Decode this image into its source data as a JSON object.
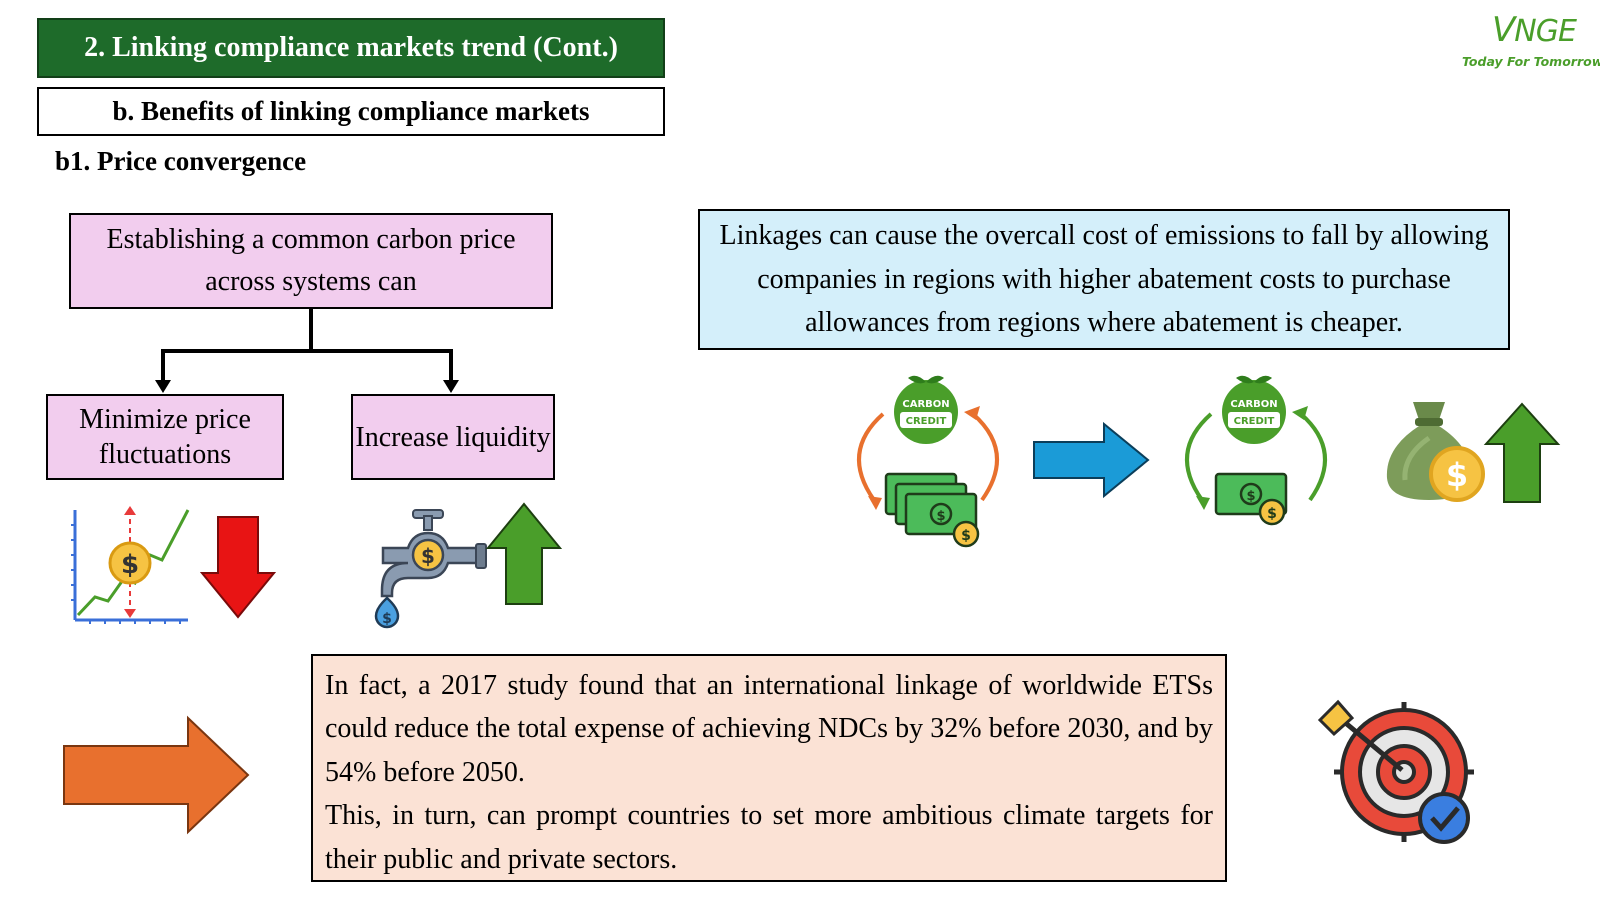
{
  "header": {
    "title": "2. Linking compliance markets trend (Cont.)",
    "subtitle": "b. Benefits of linking compliance markets",
    "section": "b1. Price convergence"
  },
  "logo": {
    "mark_first": "V",
    "mark_rest": "NGE",
    "tagline": "Today For Tomorrow"
  },
  "tree": {
    "root": "Establishing a common carbon price across systems can",
    "left_child": "Minimize price fluctuations",
    "right_child": "Increase liquidity"
  },
  "linkage": {
    "text": "Linkages can cause the overcall cost of emissions to fall by allowing companies in regions with higher abatement costs to purchase allowances from regions where abatement is cheaper."
  },
  "carbon_credit": {
    "line1": "CARBON",
    "line2": "CREDIT"
  },
  "study": {
    "paragraph1": "In fact, a 2017 study found that an international linkage of worldwide ETSs could reduce the total expense of achieving NDCs by 32% before 2030, and by 54% before 2050.",
    "paragraph2": "This, in turn, can prompt countries to set more ambitious climate targets for their public and private sectors."
  },
  "icons": {
    "price_chart": "price-chart-icon",
    "faucet": "money-faucet-icon",
    "carbon_cycle": "carbon-credit-cycle-icon",
    "money_bag": "money-bag-icon",
    "target": "target-icon"
  },
  "colors": {
    "title_green": "#1e6b2a",
    "pink": "#f2cdee",
    "light_blue": "#d4effa",
    "salmon": "#fbe2d5",
    "arrow_red": "#e81414",
    "arrow_green": "#4a9e2a",
    "arrow_blue": "#1b9bd7",
    "arrow_orange": "#e8702e"
  }
}
